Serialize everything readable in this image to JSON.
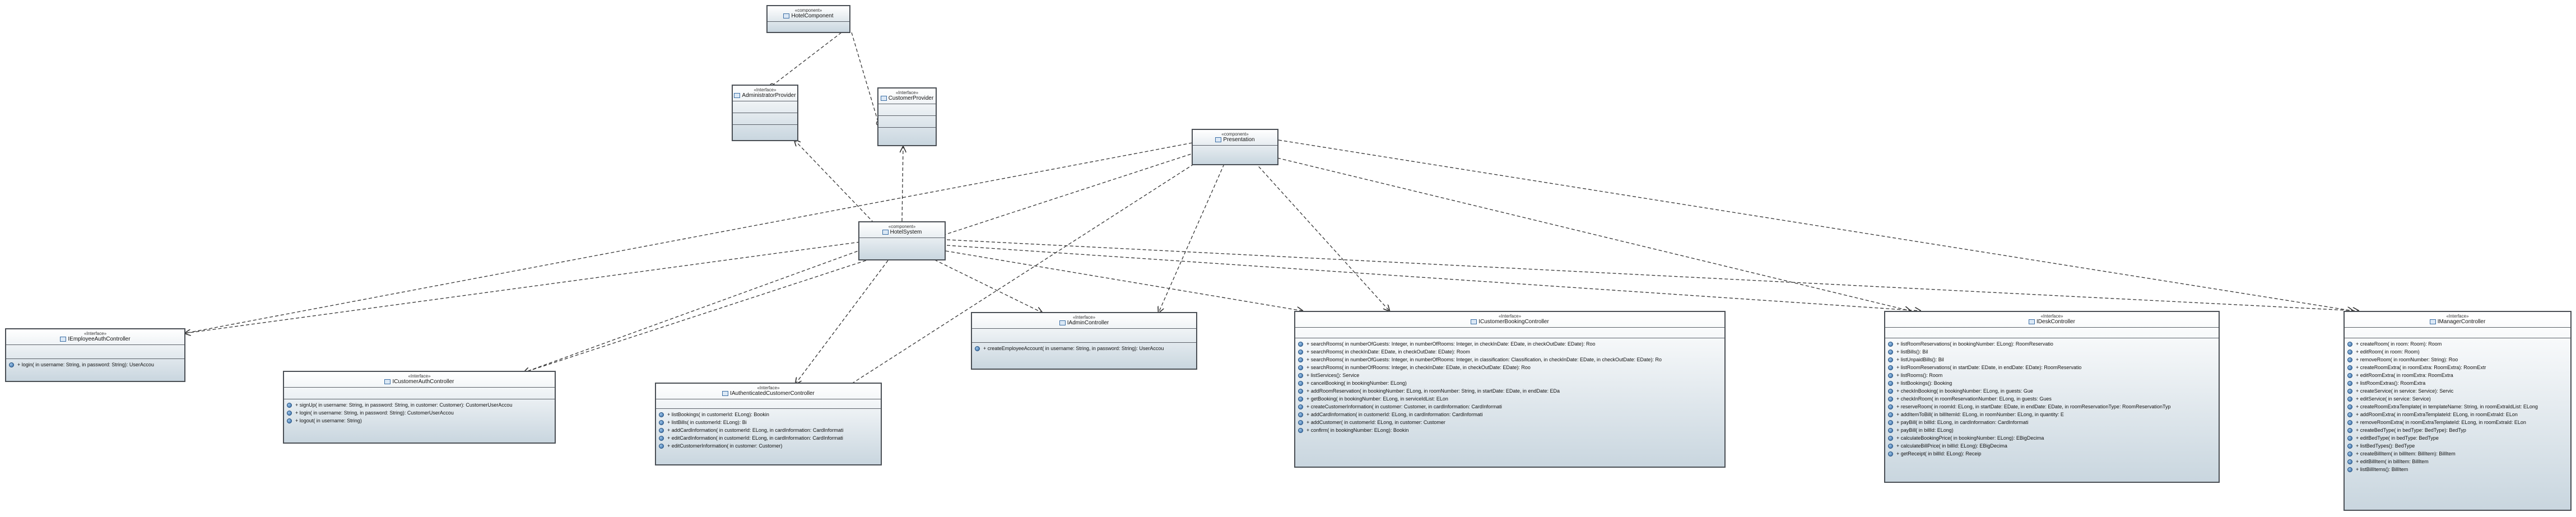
{
  "stereotypes": {
    "component": "«component»",
    "interface": "«Interface»"
  },
  "boxes": {
    "hotel_component": {
      "stereotype": "«component»",
      "name": "HotelComponent"
    },
    "administrator_provider": {
      "stereotype": "«Interface»",
      "name": "AdministratorProvider"
    },
    "customer_provider": {
      "stereotype": "«Interface»",
      "name": "CustomerProvider"
    },
    "presentation": {
      "stereotype": "«component»",
      "name": "Presentation"
    },
    "hotel_system": {
      "stereotype": "«component»",
      "name": "HotelSystem"
    },
    "employee_auth": {
      "stereotype": "«Interface»",
      "name": "IEmployeeAuthController",
      "ops": [
        "+ login( in username: String,  in password: String): UserAccou"
      ]
    },
    "customer_auth": {
      "stereotype": "«Interface»",
      "name": "ICustomerAuthController",
      "ops": [
        "+ signUp( in username: String,  in password: String,  in customer: Customer): CustomerUserAccou",
        "+ login( in username: String,  in password: String): CustomerUserAccou",
        "+ logout( in username: String)"
      ]
    },
    "authenticated_customer": {
      "stereotype": "«Interface»",
      "name": "IAuthenticatedCustomerController",
      "ops": [
        "+ listBookings( in customerId: ELong): Bookin",
        "+ listBills( in customerId: ELong): Bi",
        "+ addCardInformation( in customerId: ELong,  in cardInformation: CardInformati",
        "+ editCardInformation( in customerId: ELong,  in cardInformation: CardInformati",
        "+ editCustomerInformation( in customer: Customer)"
      ]
    },
    "admin": {
      "stereotype": "«Interface»",
      "name": "IAdminController",
      "ops": [
        "+ createEmployeeAccount( in username: String,  in password: String): UserAccou"
      ]
    },
    "customer_booking": {
      "stereotype": "«Interface»",
      "name": "ICustomerBookingController",
      "ops": [
        "+ searchRooms( in numberOfGuests: Integer,  in numberOfRooms: Integer,  in checkInDate: EDate,  in checkOutDate: EDate): Roo",
        "+ searchRooms( in checkInDate: EDate,  in checkOutDate: EDate): Room",
        "+ searchRooms( in numberOfGuests: Integer,  in numberOfRooms: Integer,  in classification: Classification,  in checkInDate: EDate,  in checkOutDate: EDate): Ro",
        "+ searchRooms( in numberOfRooms: Integer,  in checkInDate: EDate,  in checkOutDate: EDate): Roo",
        "+ listServices(): Service",
        "+ cancelBooking( in bookingNumber: ELong)",
        "+ addRoomReservation( in bookingNumber: ELong,  in roomNumber: String,  in startDate: EDate,  in endDate: EDa",
        "+ getBooking( in bookingNumber: ELong,  in serviceIdList: ELon",
        "+ createCustomerInformation( in customer: Customer,  in cardInformation: CardInformati",
        "+ addCardInformation( in customerId: ELong,  in cardInformation: CardInformati",
        "+ addCustomer( in customerId: ELong,  in customer: Customer",
        "+ confirm( in bookingNumber: ELong): Bookin"
      ]
    },
    "desk": {
      "stereotype": "«Interface»",
      "name": "IDeskController",
      "ops": [
        "+ listRoomReservations( in bookingNumber: ELong): RoomReservatio",
        "+ listBills(): Bil",
        "+ listUnpaidBills(): Bil",
        "+ listRoomReservations( in startDate: EDate,  in endDate: EDate): RoomReservatio",
        "+ listRooms(): Room",
        "+ listBookings(): Booking",
        "+ checkInBooking( in bookingNumber: ELong,  in guests: Gue",
        "+ checkInRoom( in roomReservationNumber: ELong,  in guests: Gues",
        "+ reserveRoom( in roomId: ELong,  in startDate: EDate,  in endDate: EDate,  in roomReservationType: RoomReservationTyp",
        "+ addItemToBill( in billItemId: ELong,  in roomNumber: ELong,  in quantity: E",
        "+ payBill( in billId: ELong,  in cardInformation: CardInformati",
        "+ payBill( in billId: ELong)",
        "+ calculateBookingPrice( in bookingNumber: ELong): EBigDecima",
        "+ calculateBillPrice( in billId: ELong): EBigDecima",
        "+ getReceipt( in billId: ELong): Receip"
      ]
    },
    "manager": {
      "stereotype": "«Interface»",
      "name": "IManagerController",
      "ops": [
        "+ createRoom( in room: Room): Room",
        "+ editRoom( in room: Room)",
        "+ removeRoom( in roomNumber: String): Roo",
        "+ createRoomExtra( in roomExtra: RoomExtra): RoomExtr",
        "+ editRoomExtra( in roomExtra: RoomExtra",
        "+ listRoomExtras(): RoomExtra",
        "+ createService( in service: Service): Servic",
        "+ editService( in service: Service)",
        "+ createRoomExtraTemplate( in templateName: String,  in roomExtraIdList: ELong",
        "+ addRoomExtra( in roomExtraTemplateId: ELong,  in roomExtraId: ELon",
        "+ removeRoomExtra( in roomExtraTemplateId: ELong,  in roomExtraId: ELon",
        "+ createBedType( in bedType: BedType): BedTyp",
        "+ editBedType( in bedType: BedType",
        "+ listBedTypes(): BedType",
        "+ createBillItem( in billItem: BillItem): BillItem",
        "+ editBillItem( in billItem: BillItem",
        "+ listBillItems(): BillItem"
      ]
    }
  },
  "icons": {
    "component": "component-icon",
    "interface": "interface-icon",
    "operation": "operation-icon"
  },
  "colors": {
    "border": "#4a4f55",
    "fill_top": "#ffffff",
    "fill_bottom": "#c9d6df",
    "op_icon": "#2f64a0",
    "edge": "#333333"
  }
}
